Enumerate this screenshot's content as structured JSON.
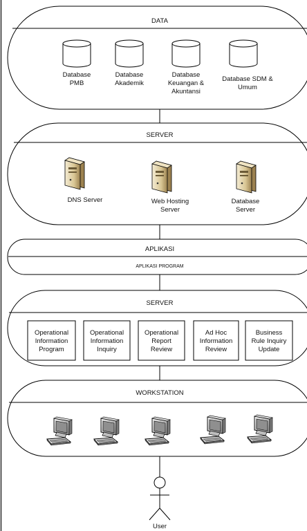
{
  "layers": {
    "data": {
      "title": "DATA",
      "databases": [
        {
          "line1": "Database",
          "line2": "PMB",
          "line3": ""
        },
        {
          "line1": "Database",
          "line2": "Akademik",
          "line3": ""
        },
        {
          "line1": "Database",
          "line2": "Keuangan &",
          "line3": "Akuntansi"
        },
        {
          "line1": "Database SDM &",
          "line2": "Umum",
          "line3": ""
        }
      ]
    },
    "server_top": {
      "title": "SERVER",
      "servers": [
        {
          "line1": "DNS Server",
          "line2": ""
        },
        {
          "line1": "Web Hosting",
          "line2": "Server"
        },
        {
          "line1": "Database",
          "line2": "Server"
        }
      ]
    },
    "aplikasi": {
      "title": "APLIKASI",
      "subtitle": "APLIKASI PROGRAM"
    },
    "server_apps": {
      "title": "SERVER",
      "boxes": [
        {
          "line1": "Operational",
          "line2": "Information",
          "line3": "Program"
        },
        {
          "line1": "Operational",
          "line2": "Information",
          "line3": "Inquiry"
        },
        {
          "line1": "Operational",
          "line2": "Report",
          "line3": "Review"
        },
        {
          "line1": "Ad Hoc",
          "line2": "Information",
          "line3": "Review"
        },
        {
          "line1": "Business",
          "line2": "Rule Inquiry",
          "line3": "Update"
        }
      ]
    },
    "workstation": {
      "title": "WORKSTATION",
      "count": 5
    }
  },
  "actor": {
    "label": "User"
  },
  "colors": {
    "line": "#000000",
    "server_light": "#e9dcb8",
    "server_dark": "#a58a55",
    "screen": "#9a9a9a"
  }
}
